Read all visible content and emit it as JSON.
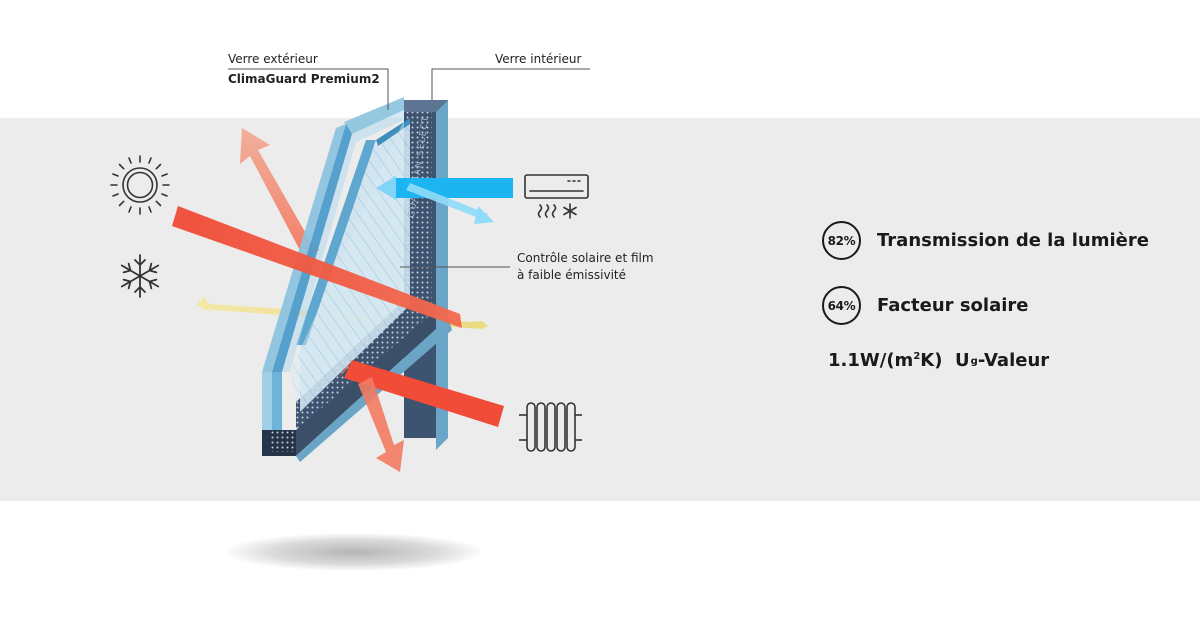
{
  "labels": {
    "outer_glass_title": "Verre extérieur",
    "outer_glass_product": "ClimaGuard Premium2",
    "inner_glass": "Verre intérieur",
    "coating_line1": "Contrôle solaire et film",
    "coating_line2": "à faible émissivité",
    "spacer_watermark": "GUARDIAN SELECT"
  },
  "stats": [
    {
      "badge": "82%",
      "label": "Transmission de la lumière"
    },
    {
      "badge": "64%",
      "label": "Facteur solaire"
    }
  ],
  "u_value": {
    "value": "1.1W/(m",
    "exponent": "2",
    "unit_close": "K)",
    "symbol": "U",
    "subscript": "g",
    "label": "-Valeur"
  },
  "icons": [
    "sun-icon",
    "snowflake-icon",
    "air-conditioner-icon",
    "radiator-icon"
  ],
  "colors": {
    "band": "#ececec",
    "heat_arrow": "#f04e37",
    "light_arrow": "#efe28a",
    "cold_arrow": "#1ab4f0",
    "glass_edge": "#6fa9c8",
    "spacer": "#3a4f6a"
  }
}
